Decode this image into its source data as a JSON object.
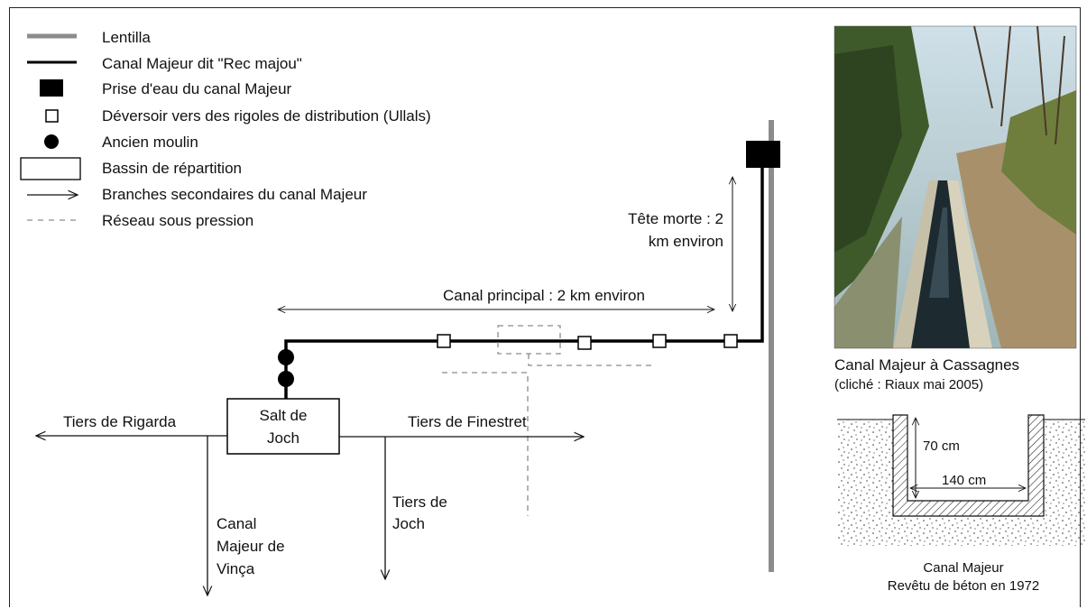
{
  "legend": {
    "lentilla": "Lentilla",
    "canal_majeur": "Canal Majeur dit \"Rec majou\"",
    "prise": "Prise d'eau du canal Majeur",
    "deversoir": "Déversoir vers des rigoles de distribution (Ullals)",
    "moulin": "Ancien moulin",
    "bassin": "Bassin de répartition",
    "branches": "Branches secondaires du canal Majeur",
    "reseau": "Réseau sous pression"
  },
  "diagram": {
    "tete_morte_1": "Tête morte : 2",
    "tete_morte_2": "km environ",
    "canal_principal": "Canal principal : 2 km environ",
    "salt_1": "Salt de",
    "salt_2": "Joch",
    "rigarda": "Tiers de Rigarda",
    "finestret": "Tiers de Finestret",
    "joch_1": "Tiers de",
    "joch_2": "Joch",
    "vinca_1": "Canal",
    "vinca_2": "Majeur de",
    "vinca_3": "Vinça"
  },
  "photo": {
    "caption": "Canal Majeur à Cassagnes",
    "credit": "(cliché : Riaux mai 2005)"
  },
  "section": {
    "depth": "70 cm",
    "width": "140 cm",
    "caption_1": "Canal Majeur",
    "caption_2": "Revêtu de béton en 1972"
  },
  "colors": {
    "lentilla": "#8c8c8c",
    "canal": "#000000",
    "reseau": "#8c8c8c"
  }
}
